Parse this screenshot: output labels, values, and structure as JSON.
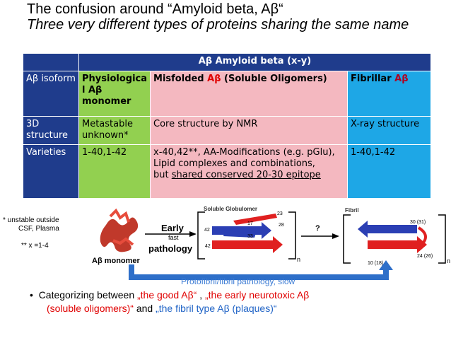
{
  "title": "The confusion around “Amyloid beta, Aβ“",
  "subtitle": "Three very different types of proteins sharing the same name",
  "table": {
    "header": "Aβ Amyloid beta (x-y)",
    "row1": {
      "label": "Aβ isoform",
      "col1": "Physiologica l Aβ monomer",
      "col2_bold": "Misfolded",
      "col2_mid": " Aβ ",
      "col2_rest": "(Soluble Oligomers)",
      "col3_bold": "Fibrillar",
      "col3_rest": " Aβ"
    },
    "row2": {
      "label": "3D structure",
      "col1": "Metastable unknown*",
      "col2": "Core structure by NMR",
      "col3": "X-ray structure"
    },
    "row3": {
      "label": "Varieties",
      "col1": "1-40,1-42",
      "col2_a": "x-40,42**,  AA-Modifications (e.g. pGlu),",
      "col2_b": "Lipid complexes and combinations,",
      "col2_c_pre": "but ",
      "col2_c_ul": "shared conserved 20-30 epitope",
      "col3": "1-40,1-42"
    }
  },
  "notes": {
    "n1": "* unstable outside",
    "n2": "CSF, Plasma",
    "n3": "** x =1-4"
  },
  "diagram": {
    "monomer_label": "Aβ monomer",
    "early": "Early",
    "fast": "fast",
    "pathology": "pathology",
    "soluble_title": "Soluble Globulomer",
    "fibril_title": "Fibril",
    "question": "?",
    "slow_path": "Protofibril/fibril pathology, slow",
    "n_label": "n",
    "n_label2": "n",
    "res": {
      "r23": "23",
      "r17": "17",
      "r28": "28",
      "r42": "42",
      "r33": "33",
      "r42b": "42",
      "r30": "30 (31)",
      "r24": "24 (26)",
      "r10": "10 (18)"
    }
  },
  "bullet": {
    "prefix": "Categorizing  between ",
    "good": "„the good Aβ“",
    "mid": " , ",
    "neuro1": "„the early neurotoxic Aβ",
    "neuro2": "(soluble oligomers)“",
    "and": " and ",
    "fibril": "„the fibril type Aβ (plaques)“"
  }
}
